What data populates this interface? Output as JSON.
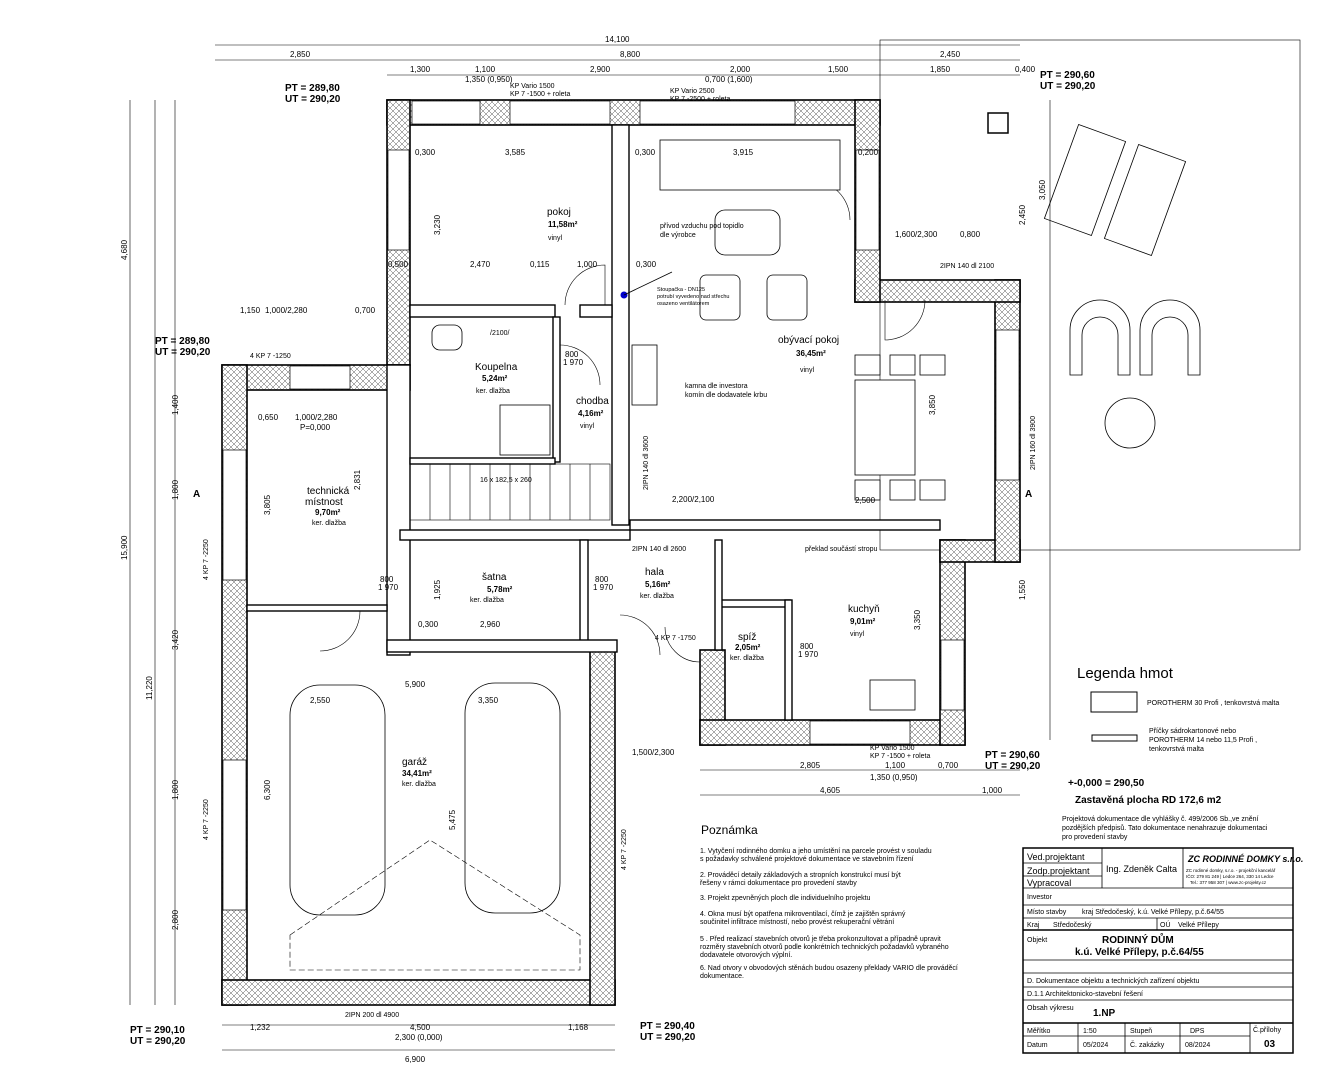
{
  "rooms": {
    "pokoj": {
      "name": "pokoj",
      "area": "11,58m²",
      "floor": "vinyl"
    },
    "obyvak": {
      "name": "obývací pokoj",
      "area": "36,45m²",
      "floor": "vinyl"
    },
    "koupelna": {
      "name": "Koupelna",
      "area": "5,24m²",
      "floor": "ker. dlažba"
    },
    "chodba": {
      "name": "chodba",
      "area": "4,16m²",
      "floor": "vinyl"
    },
    "technicka": {
      "name1": "technická",
      "name2": "místnost",
      "area": "9,70m²",
      "floor": "ker. dlažba"
    },
    "satna": {
      "name": "šatna",
      "area": "5,78m²",
      "floor": "ker. dlažba"
    },
    "hala": {
      "name": "hala",
      "area": "5,16m²",
      "floor": "ker. dlažba"
    },
    "spiz": {
      "name": "spíž",
      "area": "2,05m²",
      "floor": "ker. dlažba"
    },
    "kuchyn": {
      "name": "kuchyň",
      "area": "9,01m²",
      "floor": "vinyl"
    },
    "garaz": {
      "name": "garáž",
      "area": "34,41m²",
      "floor": "ker. dlažba"
    }
  },
  "elevations": [
    {
      "pt": "PT = 289,80",
      "ut": "UT = 290,20"
    },
    {
      "pt": "PT = 290,60",
      "ut": "UT = 290,20"
    },
    {
      "pt": "PT = 289,80",
      "ut": "UT = 290,20"
    },
    {
      "pt": "PT = 290,60",
      "ut": "UT = 290,20"
    },
    {
      "pt": "PT = 290,10",
      "ut": "UT = 290,20"
    },
    {
      "pt": "PT = 290,40",
      "ut": "UT = 290,20"
    }
  ],
  "dims": {
    "top1": "14,100",
    "top2": [
      "2,850",
      "8,800",
      "2,450"
    ],
    "top3": [
      "1,300",
      "1,100",
      "2,900",
      "2,000",
      "1,500",
      "1,850",
      "0,400"
    ],
    "top3b": [
      "1,350  (0,950)",
      "0,700  (1,600)"
    ],
    "bottom": [
      "1,232",
      "4,500",
      "1,168"
    ],
    "bottom2": "2,300  (0,000)",
    "bottom3": "6,900",
    "br": [
      "2,805",
      "1,100",
      "0,700",
      "4,605",
      "1,000",
      "1,350  (0,950)"
    ],
    "left": [
      "4,680",
      "15,900",
      "11,220",
      "1,400",
      "1,800",
      "3,420",
      "1,800",
      "2,800"
    ],
    "inner": [
      "0,300",
      "3,585",
      "0,300",
      "3,915",
      "0,200",
      "3,230",
      "0,500",
      "2,470",
      "0,115",
      "1,000",
      "0,300",
      "3,050",
      "2,450",
      "0,800",
      "3,850",
      "2,500",
      "5,900",
      "3,350",
      "2,550",
      "6,300",
      "5,475",
      "2,960",
      "0,300",
      "1,925",
      "3,805",
      "2,831",
      "3,350",
      "1,550",
      "0,650",
      "1,000/2,280",
      "P=0,000",
      "2,200/2,100",
      "1,500/2,300",
      "1,600/2,300",
      "1,000/2,280",
      "1,150",
      "0,700"
    ],
    "doors": [
      "800",
      "1 970"
    ]
  },
  "annotations": {
    "lintels_top": [
      "KP Vario 1500",
      "KP 7 -1500 + roleta",
      "KP Vario 2500",
      "KP 7 -2500 + roleta"
    ],
    "lintel_bottom": [
      "KP Vario 1500",
      "KP 7 -1500 + roleta"
    ],
    "ipn": [
      "2IPN 140 dl 2100",
      "2IPN 140 dl 3600",
      "2IPN 140 dl 2600",
      "2IPN 160 dl 3900",
      "2IPN 200 dl 4900"
    ],
    "privod": [
      "přívod vzduchu pod topidlo",
      "dle výrobce"
    ],
    "stoupacka": [
      "Stoupačka - DN125",
      "potrubí vyvedeno nad střechu",
      "osazeno ventilátorem"
    ],
    "kamna": [
      "kamna dle investora",
      "komín dle dodavatele krbu"
    ],
    "preklad": "překlad součástí stropu",
    "schody": "16 x 182,5 x 260",
    "h2100": "/2100/",
    "kp": [
      "4 KP 7 -1250",
      "4 KP 7 -2250",
      "4 KP 7 -1750",
      "4 KP 7 -2250",
      "4 KP 7 -2250"
    ],
    "section": "A"
  },
  "legend": {
    "title": "Legenda hmot",
    "item1": "POROTHERM 30 Profi  , tenkovrstvá malta",
    "item2": [
      "Příčky sádrokartonové nebo",
      "POROTHERM 14 nebo 11,5 Profi  ,",
      "tenkovrstvá malta"
    ],
    "zero": "+-0,000 = 290,50",
    "zastavena": "Zastavěná plocha RD 172,6 m2",
    "disclaimer": [
      "Projektová dokumentace dle vyhlášky č. 499/2006 Sb.,ve znění",
      "pozdějších předpisů. Tato dokumentace nenahrazuje dokumentaci",
      "pro provedení stavby"
    ]
  },
  "notes": {
    "title": "Poznámka",
    "lines": [
      "1. Vytyčení rodinného domku a jeho umístění na parcele provést v souladu",
      "    s požadavky schválené projektové dokumentace ve stavebním řízení",
      "2. Prováděcí detaily základových a stropních konstrukcí musí být",
      "    řešeny v rámci dokumentace pro provedení stavby",
      "3. Projekt zpevněných ploch dle individuelního projektu",
      "4. Okna musí být opatřena mikroventilací, čímž je zajištěn správný",
      "    součinitel infiltrace místností, nebo provést rekuperační větrání",
      "5 . Před realizací stavebních otvorů je třeba prokonzultovat a případně upravit",
      "     rozměry stavebních otvorů podle konkrétních technických požadavků vybraného",
      "      dodavatele otvorových výplní.",
      "6.  Nad otvory v obvodových stěnách budou osazeny  překlady VARIO dle prováděcí",
      "     dokumentace."
    ]
  },
  "titleblock": {
    "ved": "Ved.projektant",
    "zodp": "Zodp.projektant",
    "vypracoval": "Vypracoval",
    "engineer": "Ing. Zdeněk Calta",
    "company_logo": "ZC RODINNÉ DOMKY s.r.o.",
    "company_lines": [
      "ZC rodinné domky, s.r.o. - projekční kancelář",
      "IČO: 279 81 249 | Ledce 264, 330 14 Ledce",
      "Tel.: 377 958 307 | www.zc-projekty.cz"
    ],
    "investor": "Investor",
    "misto_label": "Místo stavby",
    "misto": "kraj Středočeský,  k.ú. Velké Přílepy, p.č.64/55",
    "kraj_label": "Kraj",
    "kraj": "Středočeský",
    "ou_label": "OÚ",
    "ou": "Velké Přílepy",
    "objekt_label": "Objekt",
    "objekt1": "RODINNÝ DŮM",
    "objekt2": "k.ú. Velké Přílepy, p.č.64/55",
    "d": "D. Dokumentace objektu a technických zařízení objektu",
    "d11": "D.1.1 Architektonicko-stavební řešení",
    "obsah_label": "Obsah výkresu",
    "obsah": "1.NP",
    "meritko_label": "Měřítko",
    "meritko": "1:50",
    "stupen_label": "Stupeň",
    "stupen": "DPS",
    "priloha_label": "Č.přílohy",
    "priloha": "03",
    "datum_label": "Datum",
    "datum": "05/2024",
    "zakazka_label": "Č. zakázky",
    "zakazka": "08/2024"
  }
}
